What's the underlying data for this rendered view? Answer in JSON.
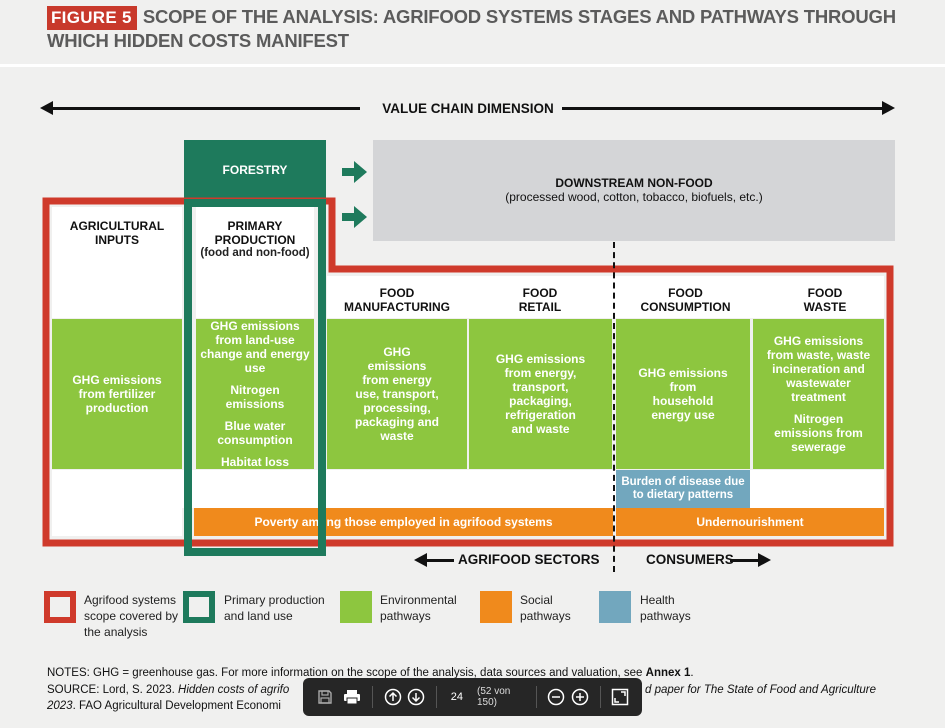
{
  "header": {
    "tag": "FIGURE 5",
    "title": "SCOPE OF THE ANALYSIS: AGRIFOOD SYSTEMS STAGES AND PATHWAYS THROUGH WHICH HIDDEN COSTS MANIFEST"
  },
  "diagram": {
    "value_chain_label": "VALUE CHAIN DIMENSION",
    "forestry": "FORESTRY",
    "downstream": {
      "title": "DOWNSTREAM NON-FOOD",
      "subtitle": "(processed wood, cotton, tobacco, biofuels, etc.)"
    },
    "stages": {
      "agricultural_inputs": "AGRICULTURAL INPUTS",
      "primary_production": "PRIMARY PRODUCTION",
      "primary_production_sub": "(food and non-food)",
      "food_manufacturing": "FOOD MANUFACTURING",
      "food_retail": "FOOD RETAIL",
      "food_consumption": "FOOD CONSUMPTION",
      "food_waste": "FOOD WASTE"
    },
    "environmental": {
      "agricultural_inputs": [
        "GHG emissions from fertilizer production"
      ],
      "primary_production": [
        "GHG emissions from land-use change and energy use",
        "Nitrogen emissions",
        "Blue water consumption",
        "Habitat loss"
      ],
      "food_manufacturing": [
        "GHG emissions from energy use, transport, processing, packaging and waste"
      ],
      "food_retail": [
        "GHG emissions from energy, transport, packaging, refrigeration and waste"
      ],
      "food_consumption": [
        "GHG emissions from household energy use"
      ],
      "food_waste": [
        "GHG emissions from waste, waste incineration and wastewater treatment",
        "Nitrogen emissions from sewerage"
      ]
    },
    "health": "Burden of disease due to dietary patterns",
    "social": {
      "left": "Poverty among those employed in agrifood systems",
      "right": "Undernourishment"
    },
    "agrifood_sectors": "AGRIFOOD SECTORS",
    "consumers": "CONSUMERS"
  },
  "legend": [
    {
      "label": "Agrifood systems scope covered by the analysis",
      "kind": "red-outline",
      "color": "#cf3a2b"
    },
    {
      "label": "Primary production and land use",
      "kind": "teal-outline",
      "color": "#1e7a5c"
    },
    {
      "label": "Environmental pathways",
      "kind": "fill",
      "color": "#8dc63f"
    },
    {
      "label": "Social pathways",
      "kind": "fill",
      "color": "#f08a1c"
    },
    {
      "label": "Health pathways",
      "kind": "fill",
      "color": "#72a7be"
    }
  ],
  "notes": {
    "line1_prefix": "NOTES: GHG = greenhouse gas. For more information on the scope of the analysis, data sources and valuation, see",
    "line1_bold": "Annex 1",
    "line1_suffix": ".",
    "line2_prefix": "SOURCE: Lord, S. 2023.",
    "line2_italic_a": "Hidden costs of agrifo",
    "line2_italic_b": "d paper for The State of Food and Agriculture",
    "line3_italic": "2023",
    "line3_rest": ". FAO Agricultural Development Economi"
  },
  "toolbar": {
    "page": "24",
    "page_of": "(52 von 150)"
  },
  "colors": {
    "red": "#cf3a2b",
    "teal": "#1e7a5c",
    "green": "#8dc63f",
    "orange": "#f08a1c",
    "blue": "#72a7be",
    "grey": "#d4d5d7"
  }
}
